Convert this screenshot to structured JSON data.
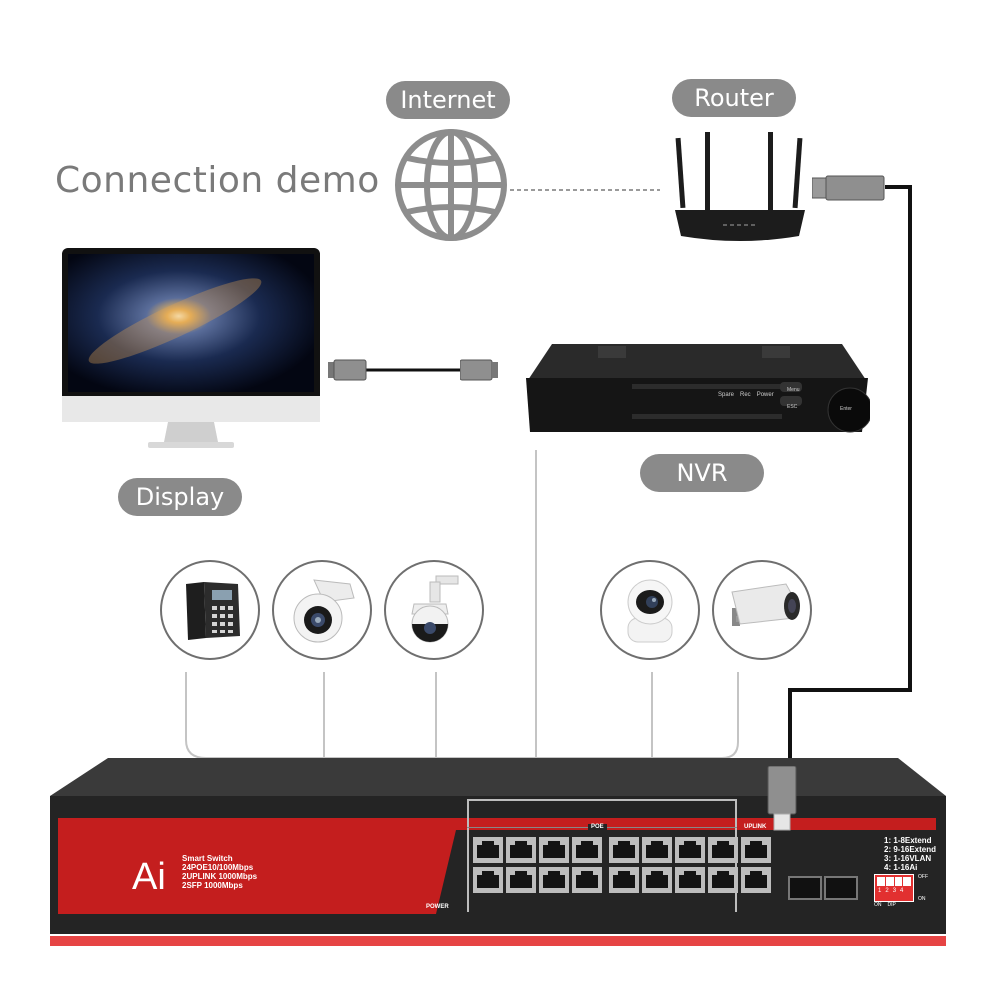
{
  "title": "Connection demo",
  "labels": {
    "internet": "Internet",
    "router": "Router",
    "display": "Display",
    "nvr": "NVR"
  },
  "nvr_panel": {
    "spare": "Spare",
    "rec": "Rec",
    "power": "Power",
    "menu": "Menu",
    "esc": "ESC",
    "enter": "Enter"
  },
  "switch": {
    "logo": "Ai",
    "line1": "Smart Switch",
    "line2": "24POE10/100Mbps",
    "line3": "2UPLINK 1000Mbps",
    "line4": "2SFP 1000Mbps",
    "power_label": "POWER",
    "poe_label": "POE",
    "uplink_label": "UPLINK",
    "modes": [
      "1: 1-8Extend",
      "2: 9-16Extend",
      "3: 1-16VLAN",
      "4: 1-16Ai"
    ],
    "dip_numbers": [
      "1",
      "2",
      "3",
      "4"
    ],
    "dip_on_label": "ON",
    "dip_dip_label": "DIP",
    "off_label": "OFF",
    "on_label": "ON"
  },
  "devices": [
    "ip-phone",
    "dome-camera",
    "ptz-camera",
    "indoor-camera",
    "bullet-camera"
  ],
  "colors": {
    "pill": "#8a8a8a",
    "switch_red": "#c41e1e",
    "switch_body": "#2b2b2b",
    "line_gray": "#bdbdbd",
    "cable": "#111111"
  }
}
